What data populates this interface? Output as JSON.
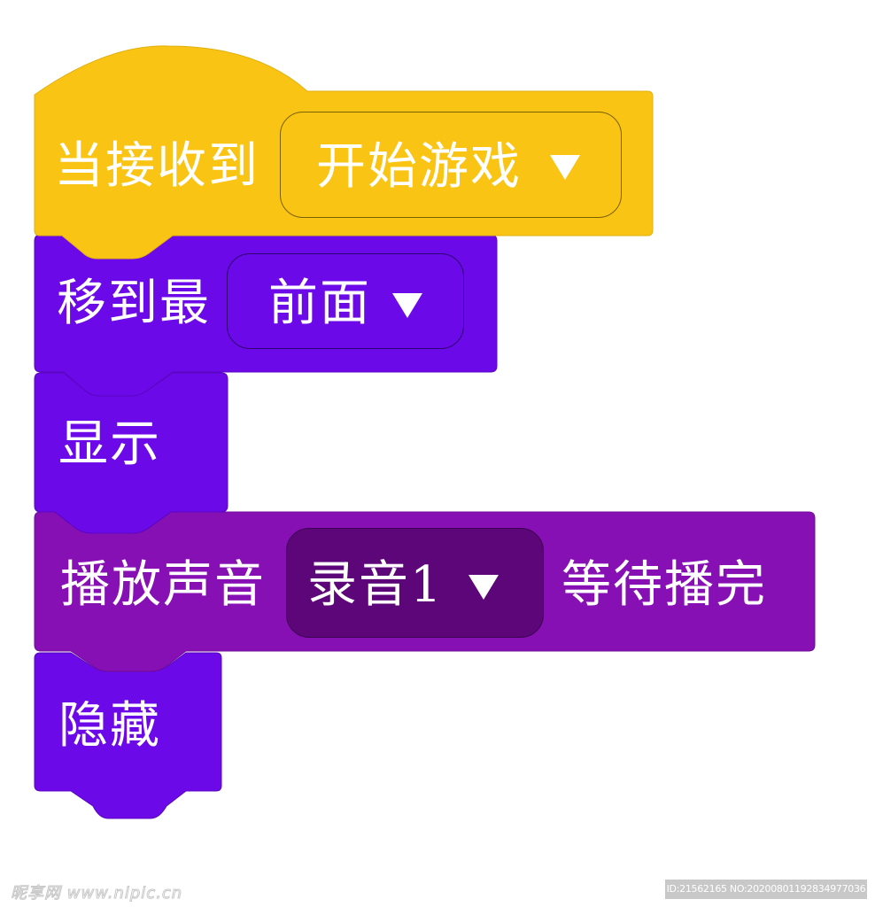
{
  "colors": {
    "event": "#f9c413",
    "looks": "#6c09e8",
    "sound": "#8710b5",
    "sound_field": "#5c0679",
    "text": "#ffffff"
  },
  "blocks": [
    {
      "type": "hat",
      "label": "当接收到",
      "dropdown": {
        "value": "开始游戏",
        "icon": "triangle-down-icon"
      }
    },
    {
      "type": "stack",
      "label": "移到最",
      "dropdown": {
        "value": "前面",
        "icon": "triangle-down-icon"
      }
    },
    {
      "type": "stack",
      "label": "显示"
    },
    {
      "type": "stack",
      "label": "播放声音",
      "dropdown": {
        "value": "录音1",
        "icon": "triangle-down-icon"
      },
      "suffix": "等待播完"
    },
    {
      "type": "stack",
      "label": "隐藏"
    }
  ],
  "watermark": {
    "site": "昵享网 www.nipic.cn",
    "id_text": "ID:21562165 NO:20200801192834977036"
  }
}
